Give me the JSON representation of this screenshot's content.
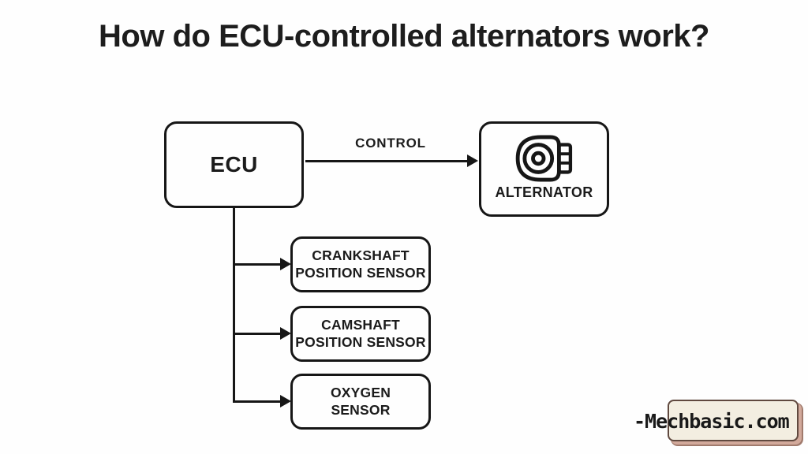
{
  "title": "How do ECU-controlled alternators work?",
  "diagram": {
    "ecu_label": "ECU",
    "control_label": "CONTROL",
    "alternator_label": "ALTERNATOR",
    "sensors": [
      {
        "line1": "CRANKSHAFT",
        "line2": "POSITION SENSOR"
      },
      {
        "line1": "CAMSHAFT",
        "line2": "POSITION SENSOR"
      },
      {
        "line1": "OXYGEN",
        "line2": "SENSOR"
      }
    ]
  },
  "watermark": {
    "text": "-Mechbasic.com"
  },
  "colors": {
    "background": "#fefefe",
    "line": "#161616",
    "text": "#1d1d1d",
    "badge_bg": "#f3eee1",
    "badge_border": "#60493f",
    "badge_shadow": "#d2a99b"
  }
}
